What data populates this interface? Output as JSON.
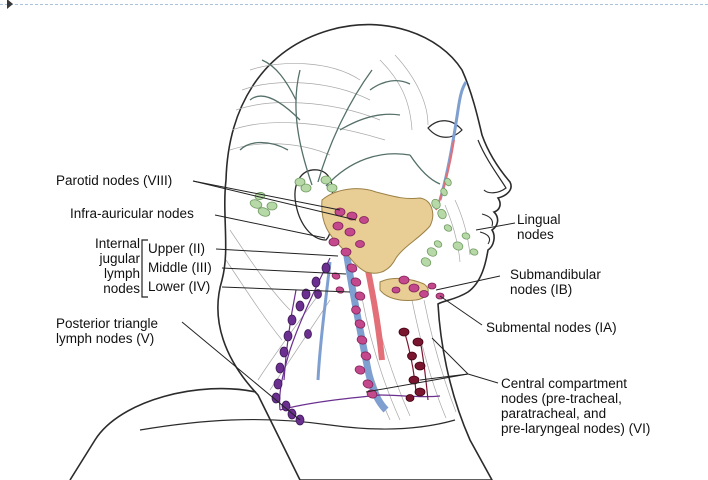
{
  "labels": {
    "parotid": "Parotid nodes (VIII)",
    "infra_auricular": "Infra-auricular nodes",
    "internal_jugular": [
      "Internal",
      "jugular",
      "lymph",
      "nodes"
    ],
    "upper": "Upper (II)",
    "middle": "Middle (III)",
    "lower": "Lower (IV)",
    "posterior_triangle": [
      "Posterior triangle",
      "lymph nodes (V)"
    ],
    "lingual": [
      "Lingual",
      "nodes"
    ],
    "submandibular": [
      "Submandibular",
      "nodes (IB)"
    ],
    "submental": "Submental nodes (IA)",
    "central_compartment": [
      "Central compartment",
      "nodes (pre-tracheal,",
      "paratracheal, and",
      "pre-laryngeal nodes) (VI)"
    ]
  },
  "colors": {
    "outline": "#2b2b2b",
    "skin": "#ffffff",
    "muscle_line": "#9a9a9a",
    "gland": "#e8cd94",
    "parotid_node": "#c4488c",
    "green_node": "#b7d9a8",
    "posterior_node": "#6a2f8f",
    "central_node": "#7a1530",
    "vein": "#7f9fd1",
    "artery": "#e36f78"
  }
}
